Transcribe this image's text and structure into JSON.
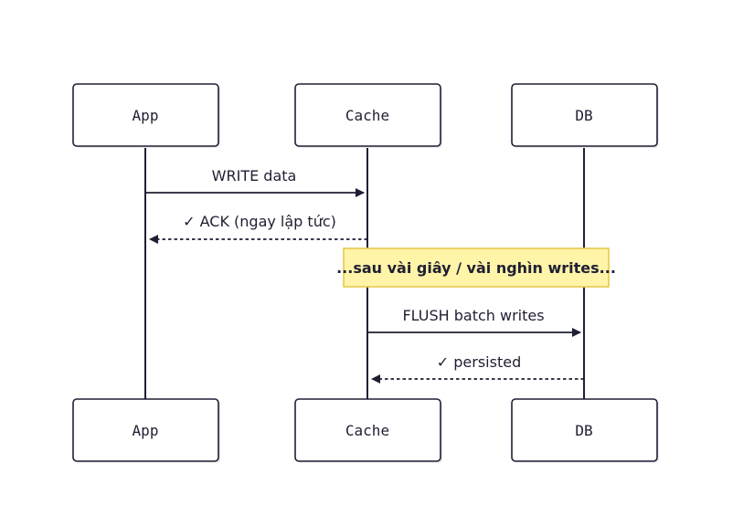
{
  "participants": [
    {
      "id": "app",
      "label": "App"
    },
    {
      "id": "cache",
      "label": "Cache"
    },
    {
      "id": "db",
      "label": "DB"
    }
  ],
  "messages": [
    {
      "from": "app",
      "to": "cache",
      "label": "WRITE data",
      "style": "solid"
    },
    {
      "from": "cache",
      "to": "app",
      "label": "✓ ACK (ngay lập tức)",
      "style": "dashed"
    },
    {
      "from": "cache",
      "to": "db",
      "label": "FLUSH batch writes",
      "style": "solid"
    },
    {
      "from": "db",
      "to": "cache",
      "label": "✓ persisted",
      "style": "dashed"
    }
  ],
  "note": {
    "label": "...sau vài giây / vài nghìn writes..."
  },
  "colors": {
    "line": "#1f1f33",
    "note_fill": "#fff4a8",
    "note_border": "#e6c94c"
  }
}
